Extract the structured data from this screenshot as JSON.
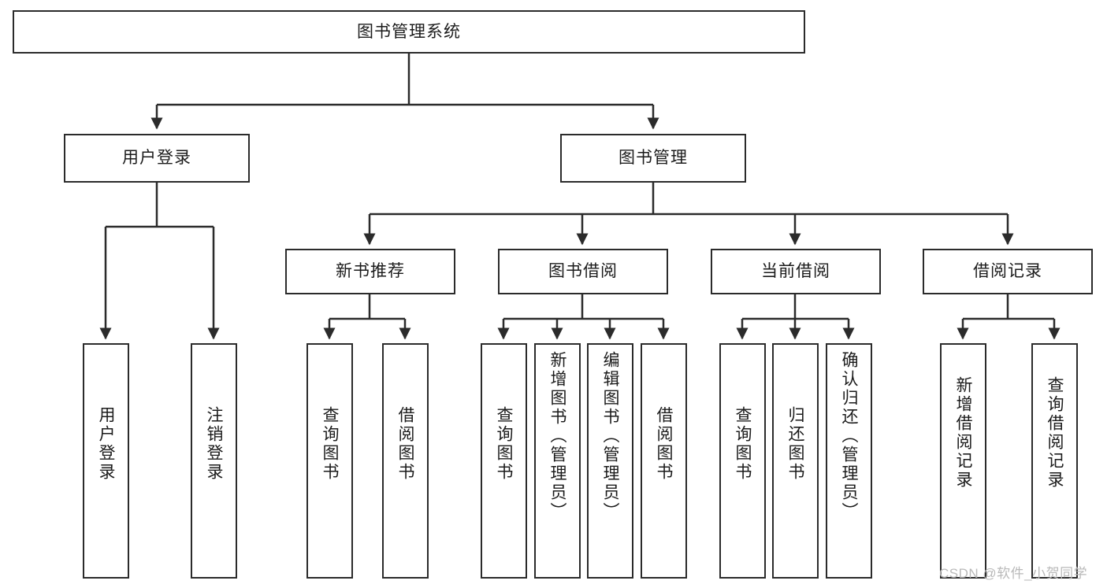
{
  "diagram": {
    "type": "tree-hierarchy",
    "title": "图书管理系统",
    "watermark": "CSDN @软件_小贺同学",
    "colors": {
      "stroke": "#2b2b2b",
      "fill": "#ffffff",
      "text": "#1b1b1b",
      "watermark": "#b9b9b9"
    },
    "levels": {
      "root": {
        "label": "图书管理系统"
      },
      "level2": [
        {
          "label": "用户登录"
        },
        {
          "label": "图书管理"
        }
      ],
      "level3": [
        {
          "label": "新书推荐"
        },
        {
          "label": "图书借阅"
        },
        {
          "label": "当前借阅"
        },
        {
          "label": "借阅记录"
        }
      ],
      "leaves": {
        "user_login": [
          {
            "label": "用户登录"
          },
          {
            "label": "注销登录"
          }
        ],
        "new_book": [
          {
            "label": "查询图书"
          },
          {
            "label": "借阅图书"
          }
        ],
        "book_borrow": [
          {
            "label": "查询图书"
          },
          {
            "label": "新增图书（管理员）"
          },
          {
            "label": "编辑图书（管理员）"
          },
          {
            "label": "借阅图书"
          }
        ],
        "current_borrow": [
          {
            "label": "查询图书"
          },
          {
            "label": "归还图书"
          },
          {
            "label": "确认归还（管理员）"
          }
        ],
        "borrow_record": [
          {
            "label": "新增借阅记录"
          },
          {
            "label": "查询借阅记录"
          }
        ]
      }
    }
  }
}
